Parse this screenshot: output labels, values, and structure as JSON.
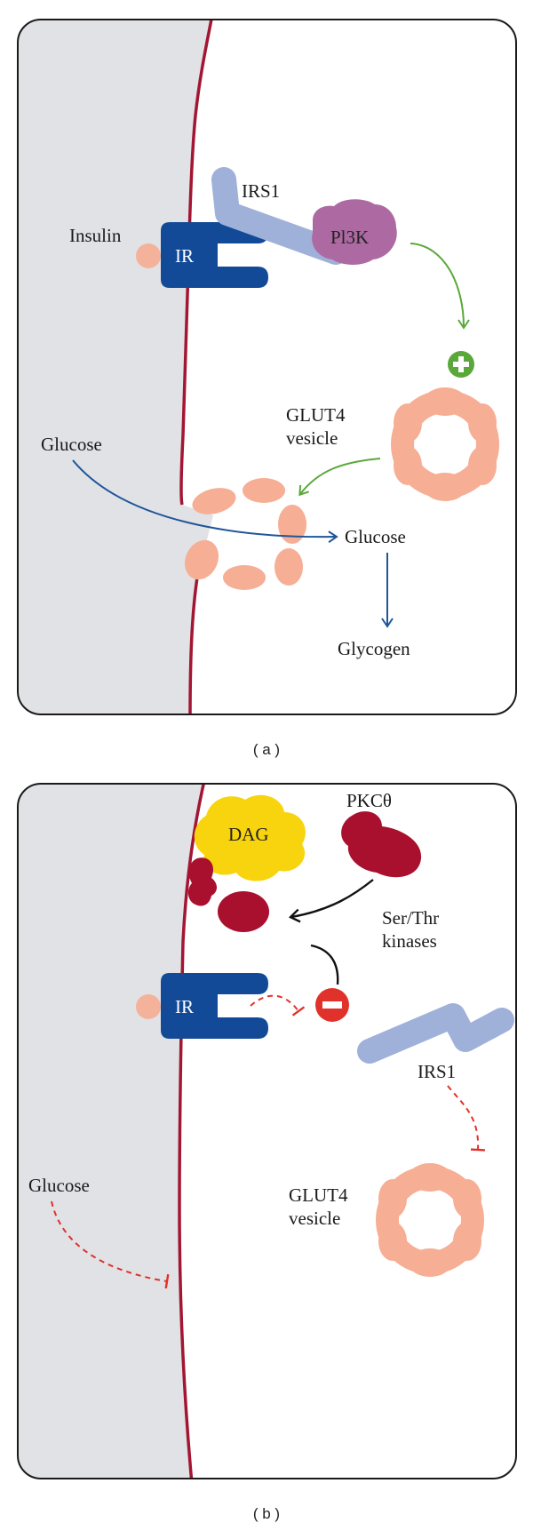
{
  "panel_a": {
    "caption": "( a )",
    "labels": {
      "insulin": "Insulin",
      "ir": "IR",
      "irs1": "IRS1",
      "pi3k": "Pl3K",
      "glut4_line1": "GLUT4",
      "glut4_line2": "vesicle",
      "glucose_outside": "Glucose",
      "glucose_inside": "Glucose",
      "glycogen": "Glycogen"
    }
  },
  "panel_b": {
    "caption": "( b )",
    "labels": {
      "dag": "DAG",
      "pkc": "PKCθ",
      "ser_thr_line1": "Ser/Thr",
      "ser_thr_line2": "kinases",
      "ir": "IR",
      "irs1": "IRS1",
      "glut4_line1": "GLUT4",
      "glut4_line2": "vesicle",
      "glucose": "Glucose"
    }
  },
  "colors": {
    "extracellular": "#e1e2e6",
    "membrane": "#a31633",
    "receptor": "#124a97",
    "insulin": "#f4b29a",
    "irs1": "#9fb0d9",
    "pi3k": "#ad6aa2",
    "vesicle": "#f6ae95",
    "activation_arrow": "#5aa83a",
    "glucose_arrow": "#1f5599",
    "dag": "#f8d40e",
    "pkc": "#a8102e",
    "inhibition": "#e0322a",
    "kinase_arrow": "#111111"
  }
}
